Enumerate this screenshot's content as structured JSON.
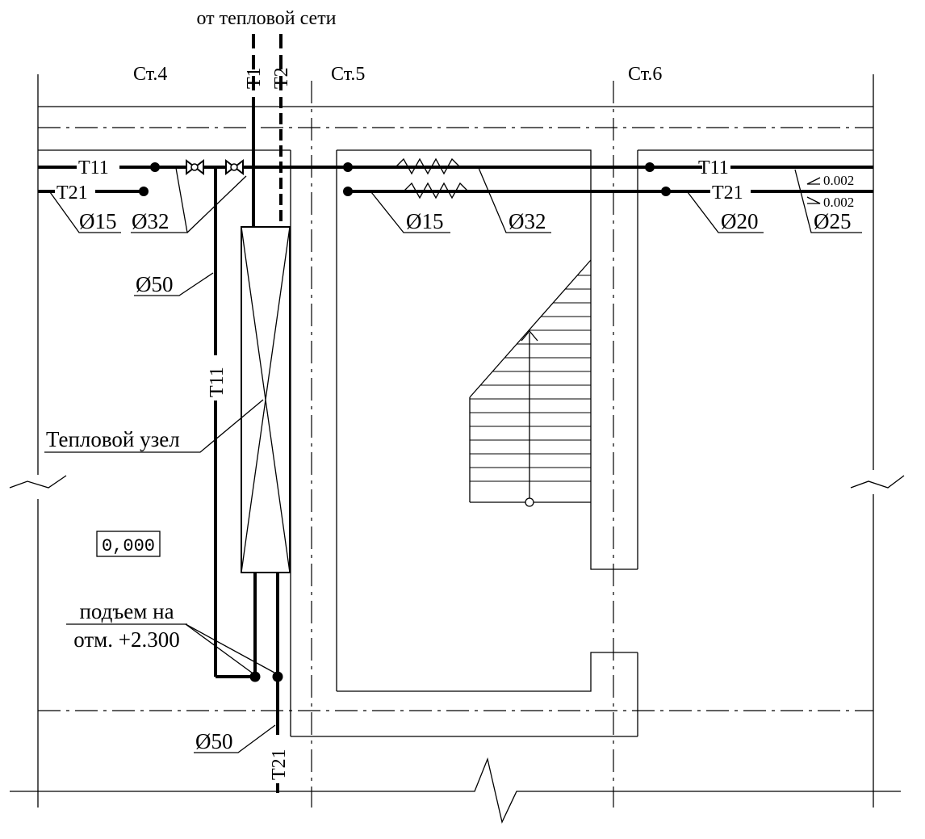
{
  "heading": "от тепловой сети",
  "axes": [
    "Ст.4",
    "Ст.5",
    "Ст.6"
  ],
  "riser": {
    "supply": "T1",
    "return": "T2"
  },
  "pipes": {
    "t11_left": "T11",
    "t21_left": "T21",
    "t11_right": "T11",
    "t21_right": "T21",
    "t11_vertical": "T11",
    "t21_vertical": "T21"
  },
  "diameters": {
    "left_d15": "Ø15",
    "left_d32": "Ø32",
    "mid_d15": "Ø15",
    "mid_d32": "Ø32",
    "right_d20": "Ø20",
    "right_d25": "Ø25",
    "vertical_d50": "Ø50",
    "bottom_d50": "Ø50"
  },
  "slopes": [
    "0.002",
    "0.002"
  ],
  "heat_unit_label": "Тепловой узел",
  "level_mark": "0,000",
  "rise_note": [
    "подъем на",
    "отм. +2.300"
  ]
}
